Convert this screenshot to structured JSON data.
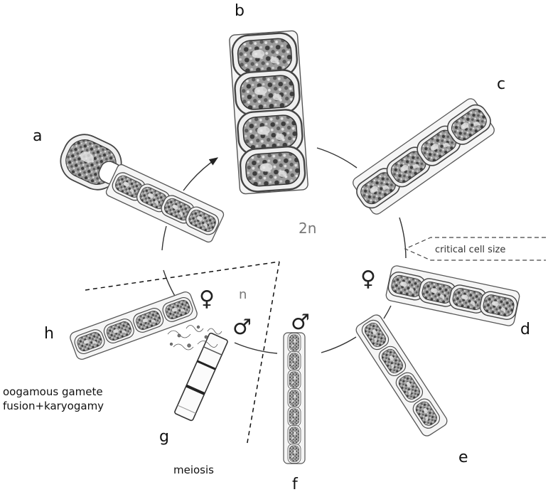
{
  "stages": {
    "a": "a",
    "b": "b",
    "c": "c",
    "d": "d",
    "e": "e",
    "f": "f",
    "g": "g",
    "h": "h"
  },
  "ploidy": {
    "diploid": "2n",
    "haploid": "n"
  },
  "annotations": {
    "critical_size": "critical cell size",
    "fusion_line1": "oogamous gamete",
    "fusion_line2": "fusion+karyogamy",
    "meiosis": "meiosis"
  },
  "sex_symbols": {
    "female": "♀",
    "male": "♂"
  },
  "icons": [
    "diatom-cell-icon",
    "cycle-arrow-icon",
    "sperm-icon"
  ]
}
